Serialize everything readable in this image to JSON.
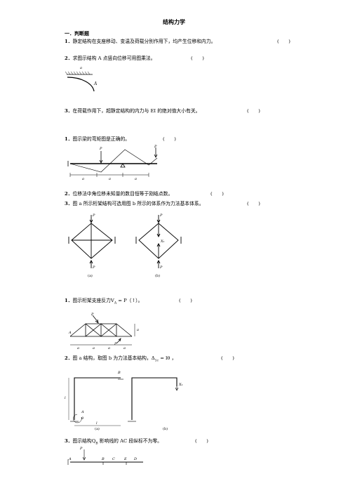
{
  "title": "结构力学",
  "section": "一．判断题",
  "q1": {
    "num": "1．",
    "text": "静定结构在支座移动、变温及荷载分别作用下，均产生位移和内力。",
    "paren": "(　　)"
  },
  "q2": {
    "num": "2．",
    "text": "求图示结构 A 点竖向位移可用图乘法。",
    "paren": "(　　)"
  },
  "q3": {
    "num": "3．",
    "text": "在荷载作用下，超静定结构的内力与 EI 的绝对值大小有关。",
    "paren": "(　　)"
  },
  "q4": {
    "num": "1．",
    "text": "图示梁的弯矩图是正确的。",
    "paren": "(　　)"
  },
  "q5": {
    "num": "2．",
    "text": "位移法中角位移未知量的数目恒等于刚结点数。",
    "paren": "(　　)"
  },
  "q6": {
    "num": "3．",
    "text": "图 a 所示桁架结构可选用图 b 所示的体系作为力法基本体系。",
    "paren": "(　　)"
  },
  "q7": {
    "num": "1．",
    "text": "图示桁架支座反力V",
    "sub": "A",
    "text2": " = P（↑）。",
    "paren": "(　　)"
  },
  "q8": {
    "num": "2．",
    "text": "图 a 结构，取图 b 为力法基本结构，Δ",
    "sub": "1c",
    "text2": " = lθ ，",
    "paren": "(　　)"
  },
  "q9": {
    "num": "3．",
    "text": "图示结构Q",
    "sub": "B",
    "text2": " 影响线的 AC 段纵标不为零。",
    "paren": "(　　)"
  },
  "fig_labels": {
    "a": "a",
    "A": "A",
    "B": "B",
    "C": "C",
    "D": "D",
    "E": "E",
    "P": "P",
    "l": "l",
    "X1": "X₁",
    "theta": "θ",
    "label_a": "(a)",
    "label_b": "(b)"
  }
}
